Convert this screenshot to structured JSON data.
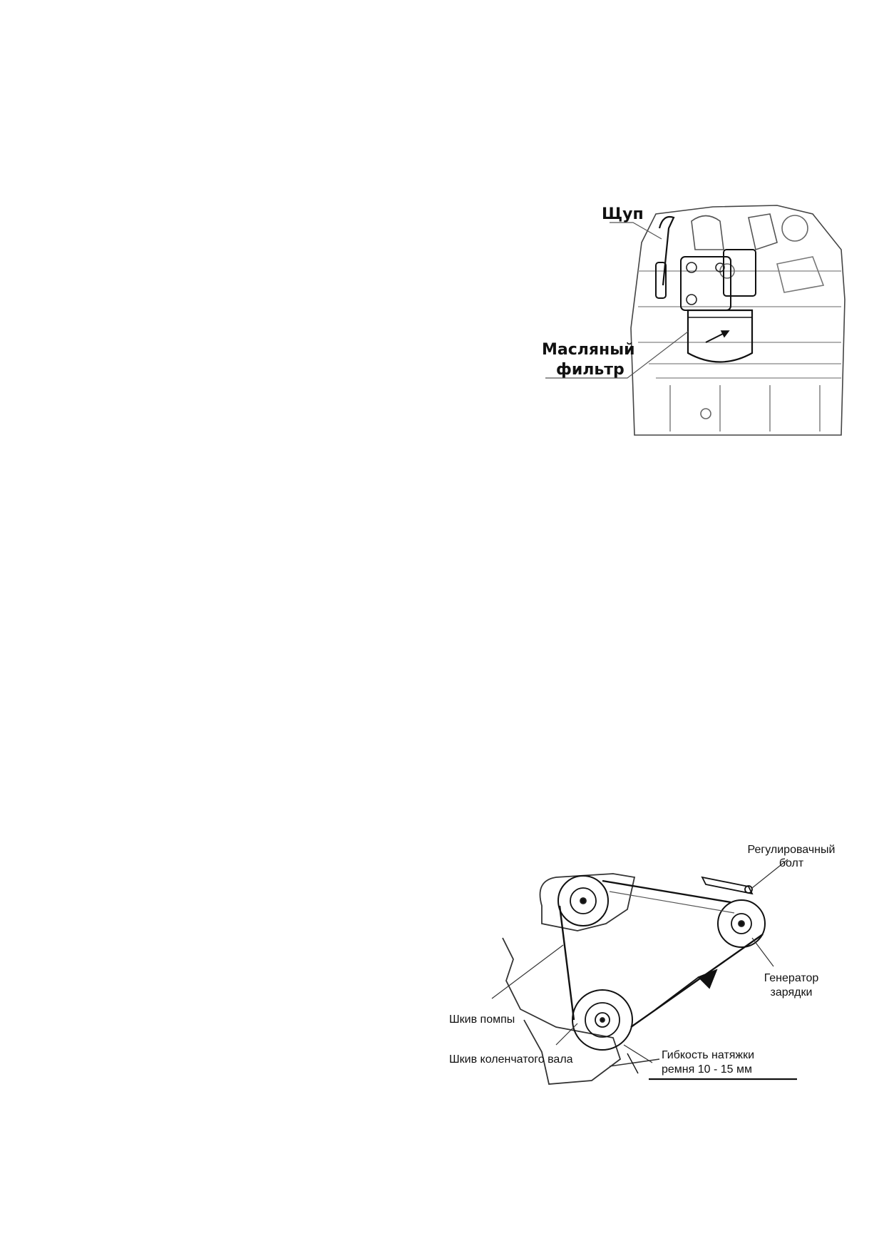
{
  "figure_oil_filter": {
    "labels": {
      "dipstick": "Щуп",
      "oil_filter_line1": "Масляный",
      "oil_filter_line2": "фильтр"
    }
  },
  "figure_belt_drive": {
    "labels": {
      "adjust_bolt_line1": "Регулировачный",
      "adjust_bolt_line2": "болт",
      "alternator_line1": "Генератор",
      "alternator_line2": "зарядки",
      "pump_pulley": "Шкив помпы",
      "crank_pulley": "Шкив коленчатого вала",
      "belt_tension_line1": "Гибкость натяжки",
      "belt_tension_line2": "ремня 10 - 15 мм"
    }
  }
}
